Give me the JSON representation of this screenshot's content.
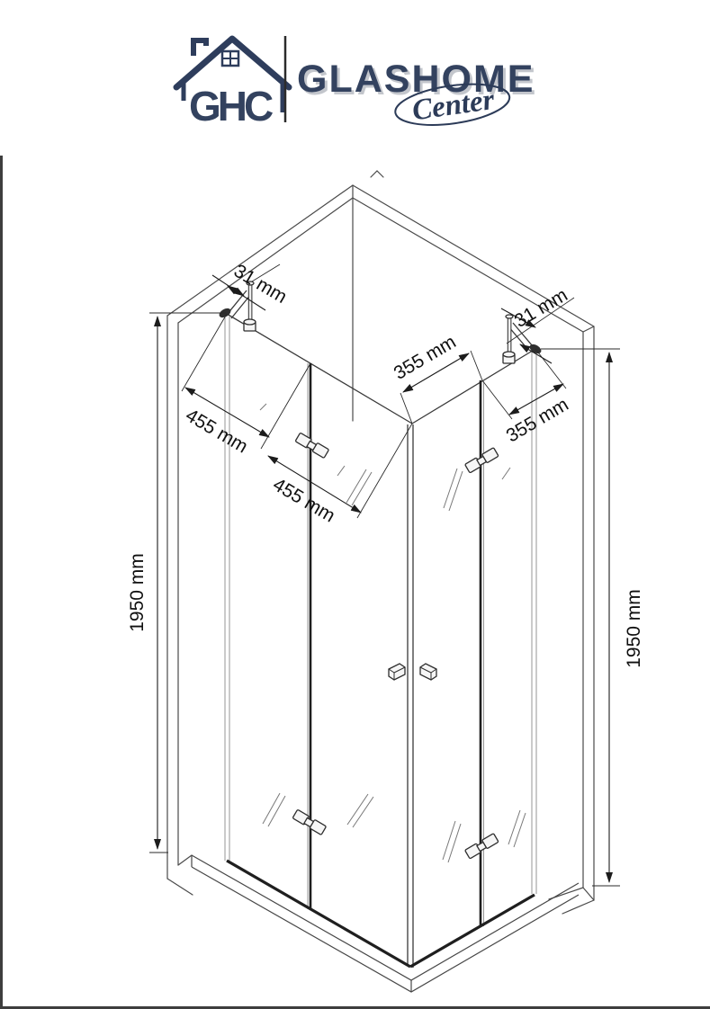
{
  "page": {
    "background": "#ffffff",
    "edge_border_color": "#3e3e3e"
  },
  "logo": {
    "monogram": "GHC",
    "brand": "GLASHOME",
    "script": "Center",
    "navy": "#2e3d5c"
  },
  "dims": {
    "gap_left": "31 mm",
    "gap_right": "31 mm",
    "left_panel_a": "455 mm",
    "left_panel_b": "455 mm",
    "right_panel_a": "355 mm",
    "right_panel_b": "355 mm",
    "height_left": "1950 mm",
    "height_right": "1950 mm"
  }
}
